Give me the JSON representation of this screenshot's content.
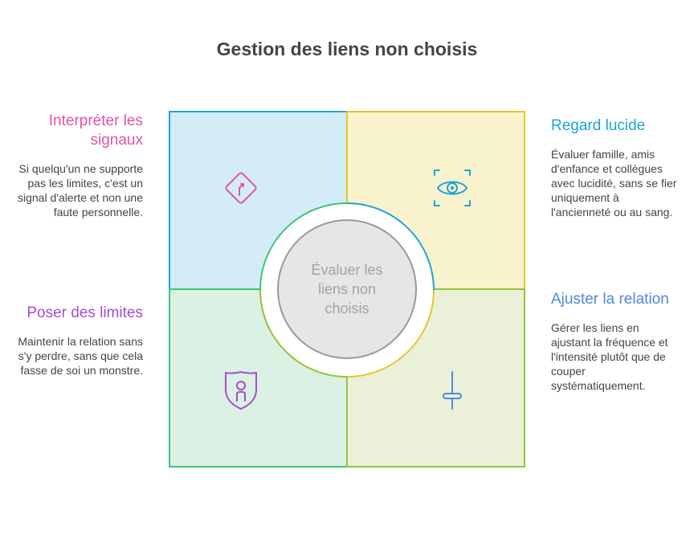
{
  "title": "Gestion des liens non choisis",
  "center": {
    "label": "Évaluer les liens non choisis"
  },
  "quadrants": {
    "top_left": {
      "icon": "road-sign-icon",
      "fill": "#d3ecf8",
      "stroke": "#1ea4d7",
      "icon_color": "#e154a4"
    },
    "top_right": {
      "icon": "eye-scan-icon",
      "fill": "#f9f3cd",
      "stroke": "#e0c72f",
      "icon_color": "#1ea4d7"
    },
    "bottom_left": {
      "icon": "shield-user-icon",
      "fill": "#daf1e3",
      "stroke": "#3ec47a",
      "icon_color": "#a64ccf"
    },
    "bottom_right": {
      "icon": "slider-icon",
      "fill": "#ebf1d8",
      "stroke": "#93c43a",
      "icon_color": "#4f89dd"
    }
  },
  "blocks": {
    "top_left": {
      "title": "Interpréter les signaux",
      "title_color": "#e154a4",
      "text": "Si quelqu'un ne supporte pas les limites, c'est un signal d'alerte et non une faute personnelle."
    },
    "top_right": {
      "title": "Regard lucide",
      "title_color": "#1ea4d7",
      "text": "Évaluer famille, amis d'enfance et collègues avec lucidité, sans se fier uniquement à l'ancienneté ou au sang."
    },
    "bottom_left": {
      "title": "Poser des limites",
      "title_color": "#a64ccf",
      "text": "Maintenir la relation sans s'y perdre, sans que cela fasse de soi un monstre."
    },
    "bottom_right": {
      "title": "Ajuster la relation",
      "title_color": "#4f89dd",
      "text": "Gérer les liens en ajustant la fréquence et l'intensité plutôt que de couper systématiquement."
    }
  }
}
